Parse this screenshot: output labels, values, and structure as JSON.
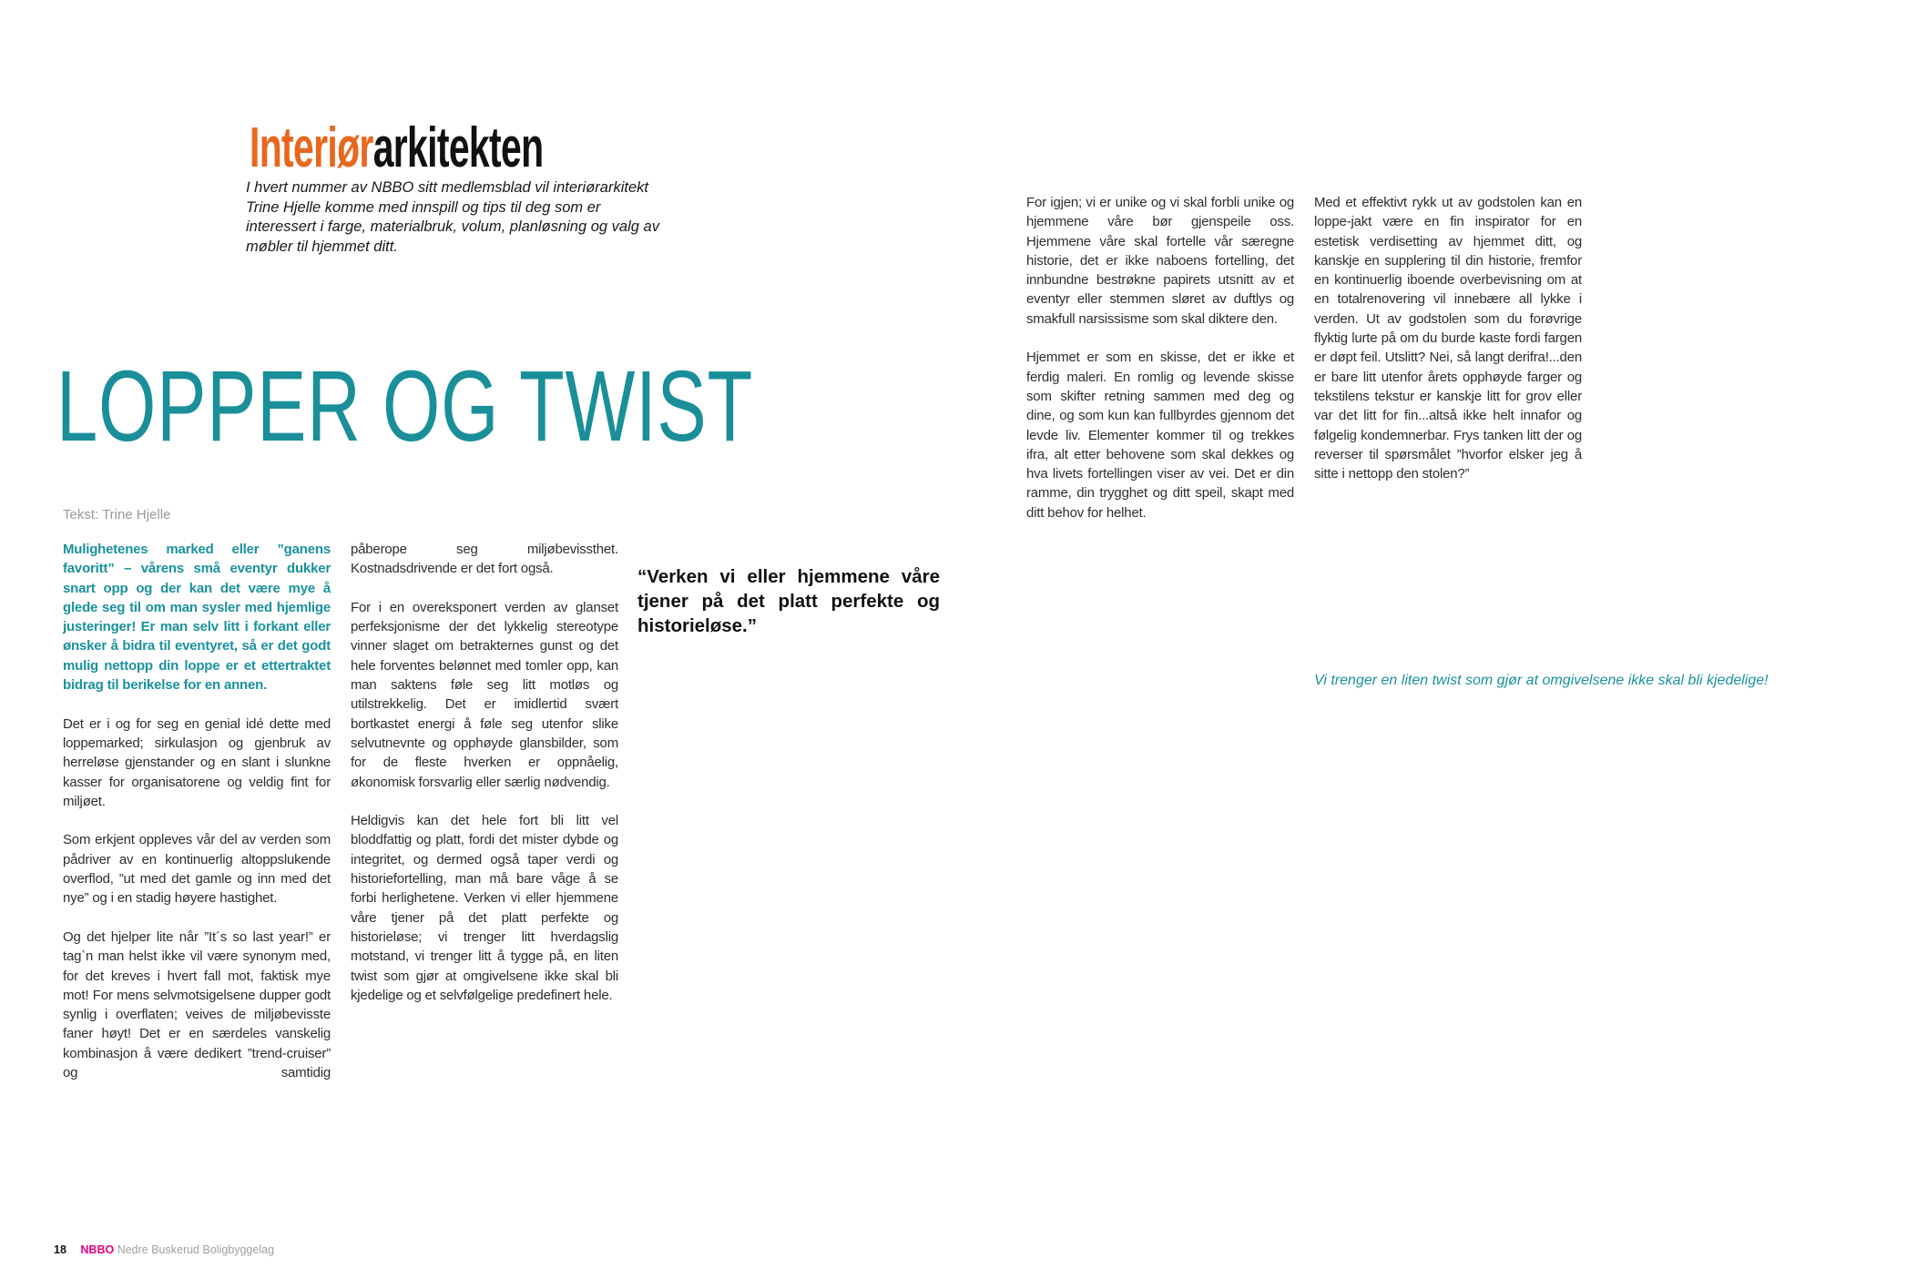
{
  "header": {
    "kicker_part1": "Interiør",
    "kicker_part2": "arkitekten",
    "intro": "I hvert nummer av NBBO sitt medlemsblad vil interiørarkitekt Trine Hjelle komme med innspill og tips til deg som er interessert i farge, materialbruk, volum, planløsning og valg av møbler til hjemmet ditt."
  },
  "article": {
    "headline": "LOPPER OG TWIST",
    "byline": "Tekst: Trine Hjelle",
    "col1": [
      "Mulighetenes marked eller ”ganens favoritt” – vårens små eventyr dukker snart opp og der kan det være mye å glede seg til om man sysler med hjemlige justeringer! Er man selv litt i forkant eller ønsker å bidra til eventyret, så er det godt mulig nettopp din loppe er et ettertraktet bidrag til berikelse for en annen.",
      "Det er i og for seg en genial idé dette med loppemarked; sirkulasjon og gjenbruk av herreløse gjenstander og en slant i slunkne kasser for organisatorene og veldig fint for miljøet.",
      "Som erkjent oppleves vår del av verden som pådriver av en kontinuerlig altoppslukende overflod, ”ut med det gamle og inn med det nye” og i en stadig høyere hastighet.",
      "Og det hjelper lite når ”It´s so last year!” er tag`n man helst ikke vil være synonym med, for det kreves i hvert fall mot, faktisk mye mot! For mens selvmotsigelsene dupper godt synlig i overflaten; veives de miljøbevisste faner høyt! Det er en særdeles vanskelig kombinasjon å være dedikert ”trend-cruiser” og samtidig"
    ],
    "col2": [
      "påberope seg miljøbevissthet. Kostnadsdrivende er det fort også.",
      "For i en overeksponert verden av glanset perfeksjonisme der det lykkelig stereotype vinner slaget om betrakternes gunst og det hele forventes belønnet med tomler opp, kan man saktens føle seg litt motløs og  utilstrekkelig. Det er imidlertid svært bortkastet energi å føle seg utenfor slike selvutnevnte og opphøyde glansbilder, som for de fleste hverken er oppnåelig, økonomisk forsvarlig eller særlig nødvendig.",
      "Heldigvis kan det hele fort bli litt vel bloddfattig og platt, fordi det mister dybde og integritet, og dermed også taper verdi og historiefortelling, man må bare våge å se forbi herlighetene. Verken vi eller hjemmene våre tjener på det platt perfekte og historieløse; vi trenger litt hverdagslig motstand, vi trenger litt å tygge på, en liten twist som gjør at omgivelsene ikke skal bli kjedelige og et selvfølgelige predefinert hele."
    ],
    "pull_quote": "“Verken vi eller hjemmene våre tjener på det platt perfekte og historieløse.”",
    "col3": [
      "For igjen; vi er unike og vi skal forbli unike og hjemmene våre bør gjenspeile oss. Hjemmene våre skal fortelle vår særegne historie, det er ikke naboens fortelling, det innbundne bestrøkne papirets utsnitt av et eventyr eller stemmen sløret av duftlys og smakfull narsissisme som skal diktere den.",
      "Hjemmet er som en skisse, det er ikke et ferdig maleri. En romlig og levende skisse som skifter retning sammen med deg og dine, og som kun kan fullbyrdes gjennom det levde liv. Elementer kommer til og trekkes ifra, alt etter behovene som skal dekkes og hva livets fortellingen viser av vei. Det er din ramme, din trygghet og ditt speil, skapt med ditt behov for helhet."
    ],
    "col4": [
      "Med et effektivt rykk ut av godstolen kan en loppe-jakt være en fin inspirator for en estetisk verdisetting av hjemmet ditt, og kanskje en supplering til din historie, fremfor en kontinuerlig iboende overbevisning om at en totalrenovering vil innebære all lykke i verden. Ut av godstolen som du forøvrige flyktig lurte på om du burde kaste fordi fargen er døpt feil. Utslitt? Nei, så langt derifra!...den er bare litt utenfor årets opphøyde farger og tekstilens tekstur er kanskje litt for grov eller var det litt for fin...altså ikke helt innafor og følgelig kondemnerbar. Frys tanken litt der og reverser til spørsmålet ”hvorfor elsker jeg å sitte i nettopp den stolen?”"
    ],
    "caption": "Vi trenger en liten twist som gjør at omgivelsene ikke skal bli kjedelige!"
  },
  "footer": {
    "page_number": "18",
    "brand": "NBBO",
    "organization": "Nedre Buskerud Boligbyggelag"
  },
  "colors": {
    "orange": "#e8671e",
    "teal": "#1a929c",
    "magenta": "#e6007e"
  }
}
